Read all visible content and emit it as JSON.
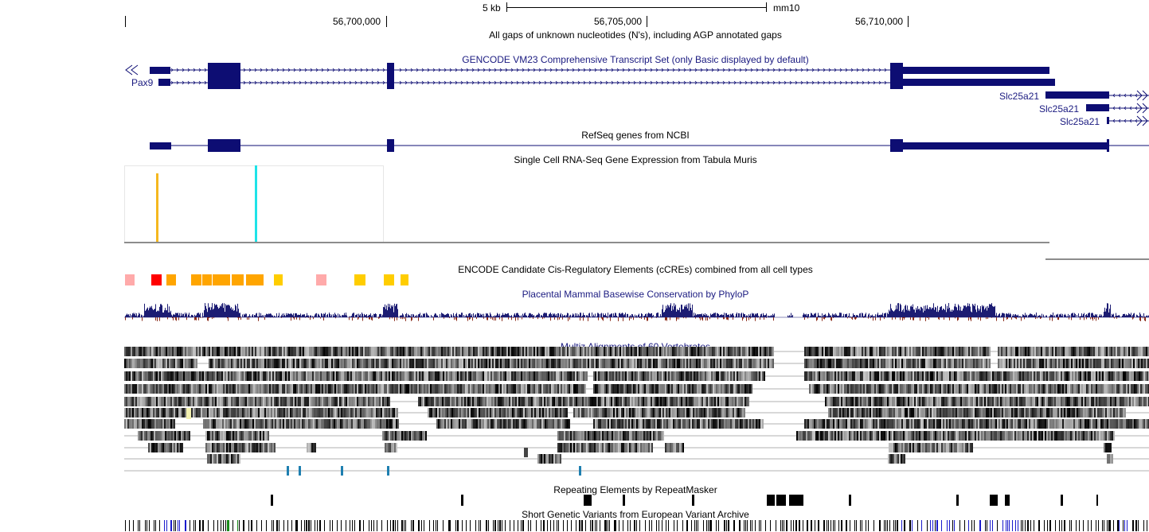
{
  "scale": {
    "bar_label": "5 kb",
    "assembly": "mm10"
  },
  "ruler": {
    "ticks": [
      "56,700,000",
      "56,705,000",
      "56,710,000"
    ]
  },
  "tracks": {
    "gap": "All gaps of unknown nucleotides (N's), including AGP annotated gaps",
    "gencode": "GENCODE VM23 Comprehensive Transcript Set (only Basic displayed by default)",
    "refseq": "RefSeq genes from NCBI",
    "tabula": "Single Cell RNA-Seq Gene Expression from Tabula Muris",
    "encode": "ENCODE Candidate Cis-Regulatory Elements (cCREs) combined from all cell types",
    "phylop": "Placental Mammal Basewise Conservation by PhyloP",
    "multiz": "Multiz Alignments of 60 Vertebrates",
    "repeat": "Repeating Elements by RepeatMasker",
    "eva": "Short Genetic Variants from European Variant Archive"
  },
  "genes": {
    "pax9": "Pax9",
    "slc1": "Slc25a21",
    "slc2": "Slc25a21",
    "slc3": "Slc25a21"
  },
  "colors": {
    "gene": "#0d0d73",
    "ccre_distal": "#ffa500",
    "ccre_proximal": "#ffcd00",
    "ccre_promoter": "#ff0000",
    "ccre_ctcf": "#ffaaaa",
    "conservation": "#1c1c73",
    "tabula_a": "#f5b81f",
    "tabula_b": "#1ee3e8"
  }
}
